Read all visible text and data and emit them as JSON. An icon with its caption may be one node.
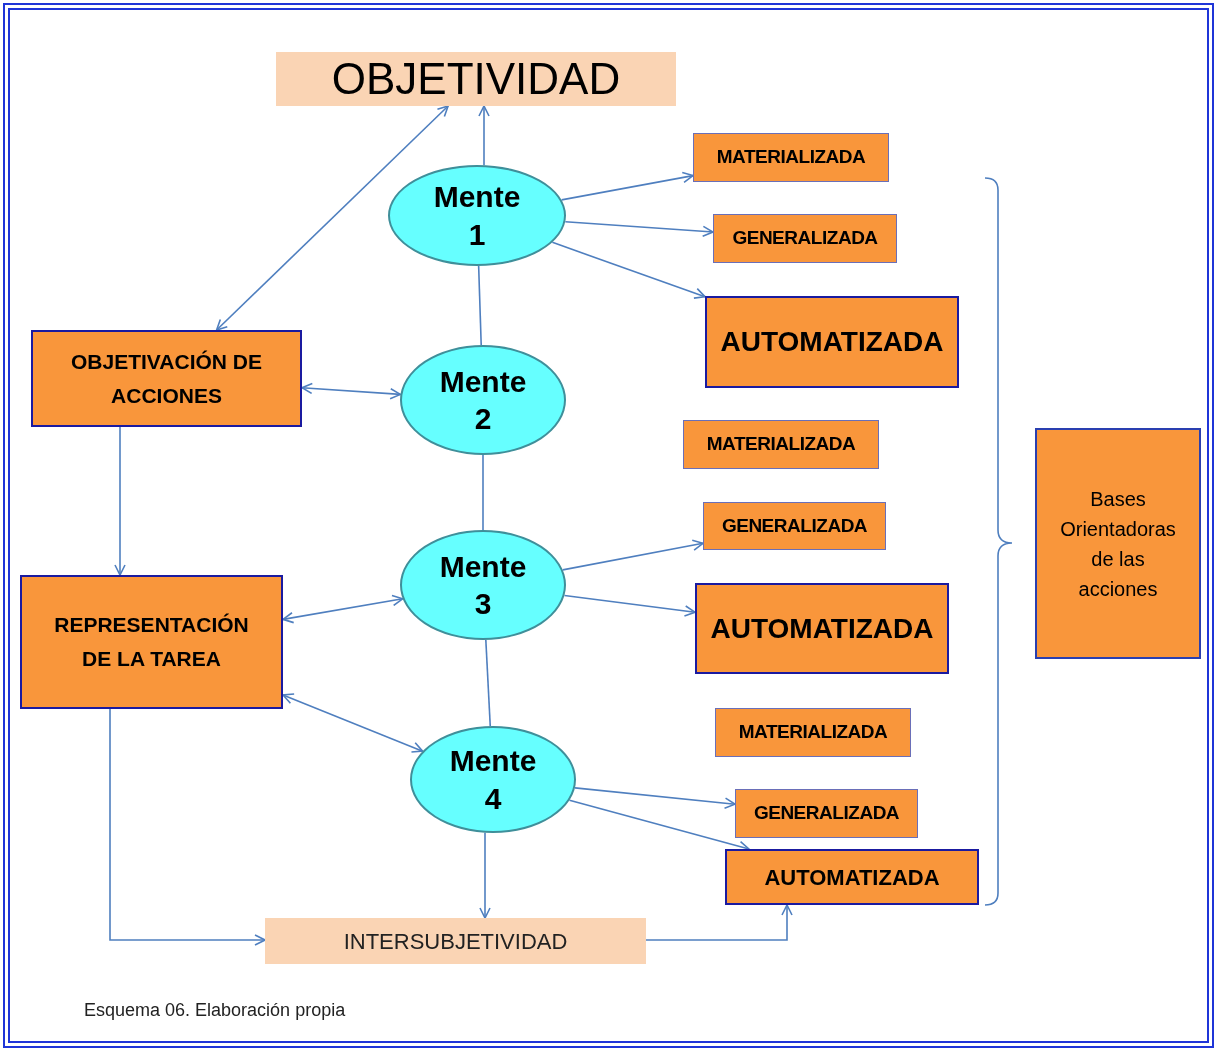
{
  "diagram": {
    "caption": "Esquema 06. Elaboración propia",
    "nodes": [
      {
        "text": [
          "OBJETIVIDAD"
        ]
      },
      {
        "text": [
          "Mente 1"
        ]
      },
      {
        "text": [
          "MATERIALIZADA"
        ]
      },
      {
        "text": [
          "GENERALIZADA"
        ]
      },
      {
        "text": [
          "AUTOMATIZADA"
        ]
      },
      {
        "text": [
          "OBJETIVACIÓN DE ACCIONES"
        ]
      },
      {
        "text": [
          "Mente 2"
        ]
      },
      {
        "text": [
          "MATERIALIZADA"
        ]
      },
      {
        "text": [
          "GENERALIZADA"
        ]
      },
      {
        "text": [
          "Mente 3"
        ]
      },
      {
        "text": [
          "AUTOMATIZADA"
        ]
      },
      {
        "text": [
          "REPRESENTACIÓN DE LA TAREA"
        ]
      },
      {
        "text": [
          "MATERIALIZADA"
        ]
      },
      {
        "text": [
          "Mente 4"
        ]
      },
      {
        "text": [
          "GENERALIZADA"
        ]
      },
      {
        "text": [
          "AUTOMATIZADA"
        ]
      },
      {
        "text": [
          "Bases Orientadoras de las acciones"
        ]
      },
      {
        "text": [
          "INTERSUBJETIVIDAD"
        ]
      }
    ],
    "edges": [
      {
        "from": 1,
        "to": 0,
        "arrow": "to"
      },
      {
        "from": 0,
        "to": 5,
        "arrow": "both"
      },
      {
        "from": 1,
        "to": 2,
        "arrow": "to"
      },
      {
        "from": 1,
        "to": 3,
        "arrow": "to"
      },
      {
        "from": 1,
        "to": 4,
        "arrow": "to"
      },
      {
        "from": 1,
        "to": 6,
        "arrow": "none"
      },
      {
        "from": 5,
        "to": 6,
        "arrow": "both"
      },
      {
        "from": 6,
        "to": 9,
        "arrow": "none"
      },
      {
        "from": 5,
        "to": 11,
        "arrow": "to"
      },
      {
        "from": 9,
        "to": 11,
        "arrow": "both"
      },
      {
        "from": 9,
        "to": 8,
        "arrow": "to"
      },
      {
        "from": 9,
        "to": 10,
        "arrow": "to"
      },
      {
        "from": 9,
        "to": 13,
        "arrow": "none"
      },
      {
        "from": 11,
        "to": 13,
        "arrow": "both"
      },
      {
        "from": 13,
        "to": 14,
        "arrow": "to"
      },
      {
        "from": 13,
        "to": 15,
        "arrow": "to"
      },
      {
        "from": 13,
        "to": 17,
        "arrow": "to"
      },
      {
        "from": 11,
        "to": 17,
        "arrow": "to"
      },
      {
        "from": 17,
        "to": 15,
        "arrow": "to"
      }
    ]
  }
}
